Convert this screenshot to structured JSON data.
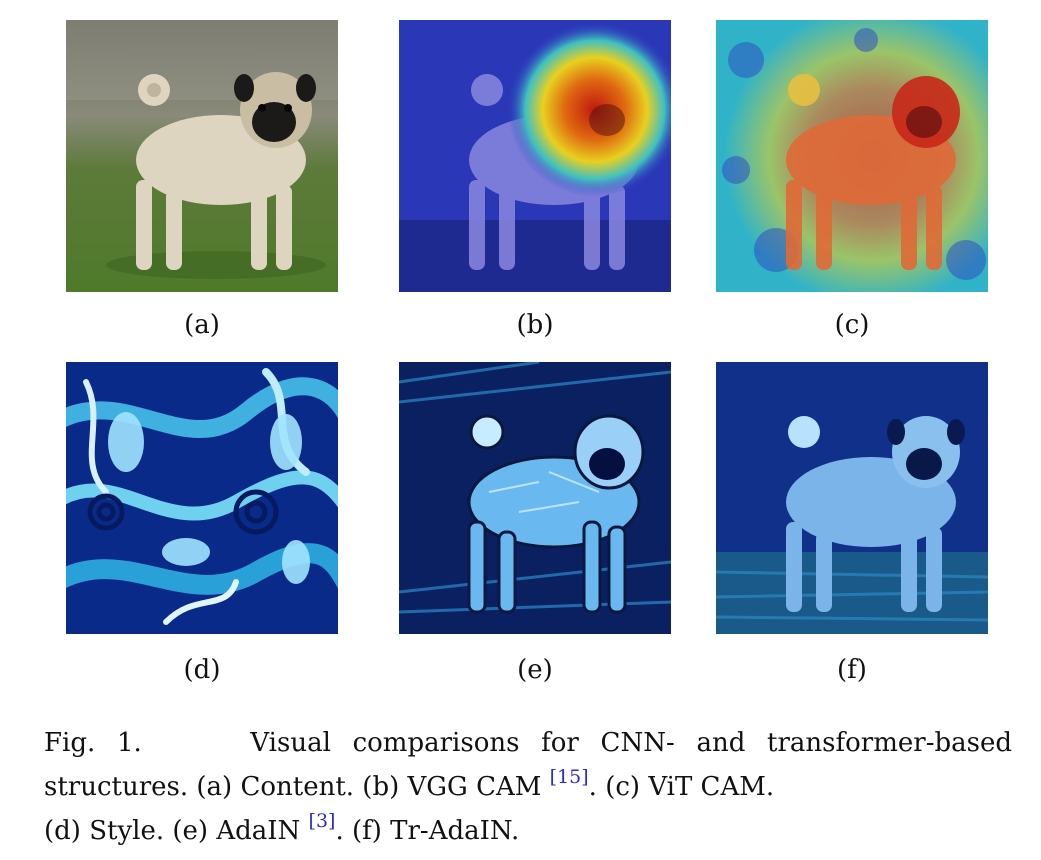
{
  "figure": {
    "panels": [
      {
        "id": "a",
        "label": "(a)"
      },
      {
        "id": "b",
        "label": "(b)"
      },
      {
        "id": "c",
        "label": "(c)"
      },
      {
        "id": "d",
        "label": "(d)"
      },
      {
        "id": "e",
        "label": "(e)"
      },
      {
        "id": "f",
        "label": "(f)"
      }
    ],
    "caption": {
      "fig_label": "Fig. 1.",
      "text_1": "Visual comparisons for CNN- and transformer-based",
      "text_2": "structures. (a) Content. (b) VGG CAM",
      "ref_1": "[15]",
      "text_3": ". (c) ViT CAM.",
      "text_4": "(d) Style. (e) AdaIN",
      "ref_2": "[3]",
      "text_5": ". (f) Tr-AdaIN."
    },
    "colors": {
      "citation": "#2a2ad8",
      "heatmap_hot": "#d02010",
      "heatmap_cold": "#2030b0"
    }
  }
}
